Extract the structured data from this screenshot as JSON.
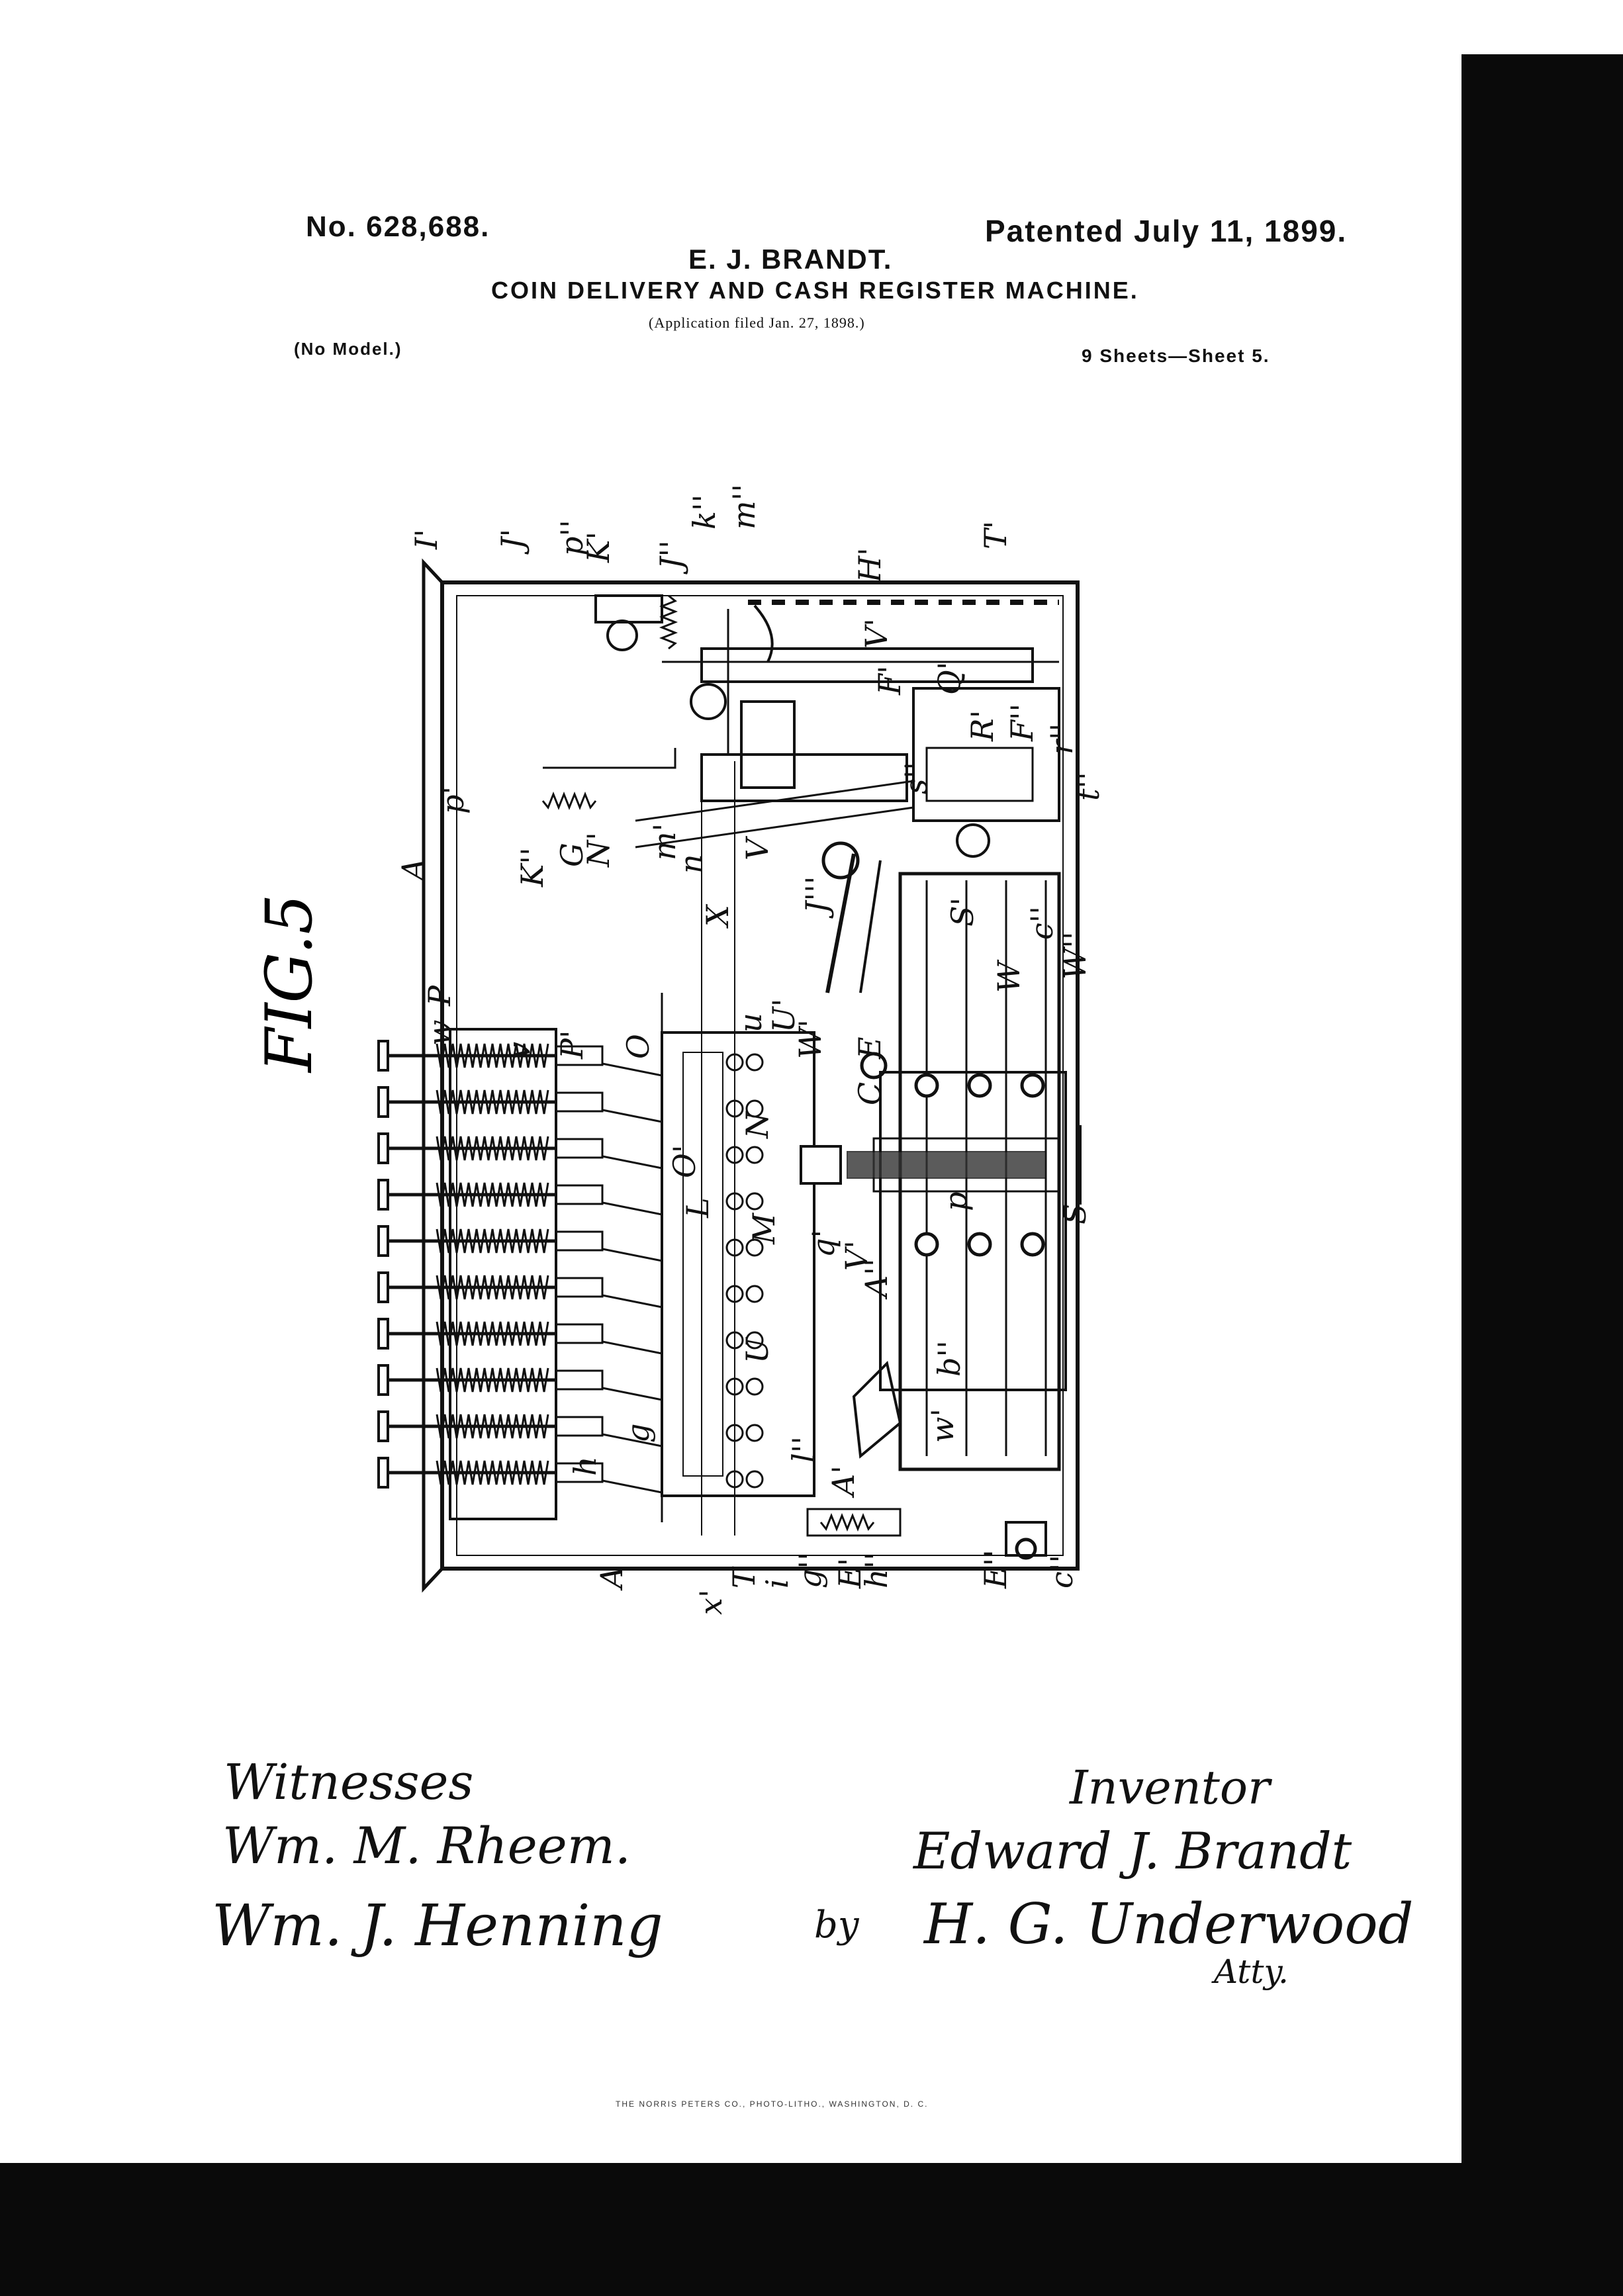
{
  "header": {
    "patent_number": "No. 628,688.",
    "patent_date": "Patented July 11, 1899.",
    "inventor_name": "E. J. BRANDT.",
    "title": "COIN DELIVERY AND CASH REGISTER MACHINE.",
    "application_filed": "(Application filed Jan. 27, 1898.)",
    "model_note": "(No Model.)",
    "sheet_note": "9 Sheets—Sheet 5."
  },
  "drawing": {
    "figure_label": "FIG.5",
    "reference_labels": [
      "I'",
      "J'",
      "p''",
      "K'",
      "J''",
      "k''",
      "m''",
      "H'",
      "V'",
      "F'",
      "Q'",
      "T'",
      "R'",
      "F''",
      "r''",
      "t''",
      "s''",
      "p'",
      "A",
      "K''",
      "G",
      "N'",
      "m'",
      "n",
      "V",
      "X",
      "J'''",
      "c''",
      "W''",
      "S'",
      "W",
      "P",
      "w",
      "v",
      "P'",
      "O",
      "u",
      "U'",
      "W'",
      "E",
      "C",
      "N",
      "O'",
      "L",
      "M",
      "p",
      "S",
      "q'",
      "V'",
      "A''",
      "b''",
      "U",
      "w'",
      "g",
      "l''",
      "A'",
      "h",
      "A",
      "T",
      "i",
      "g''",
      "E'",
      "h''",
      "x'",
      "E''",
      "c''"
    ],
    "key_count": 10
  },
  "signatures": {
    "witnesses_label": "Witnesses",
    "witness_1": "Wm. M. Rheem.",
    "witness_2": "Wm. J. Henning",
    "inventor_label": "Inventor",
    "inventor_signature": "Edward J. Brandt",
    "by_word": "by",
    "attorney_signature": "H. G. Underwood",
    "attorney_abbrev": "Atty."
  },
  "footer": {
    "printer_credit": "THE NORRIS PETERS CO., PHOTO-LITHO., WASHINGTON, D. C."
  }
}
